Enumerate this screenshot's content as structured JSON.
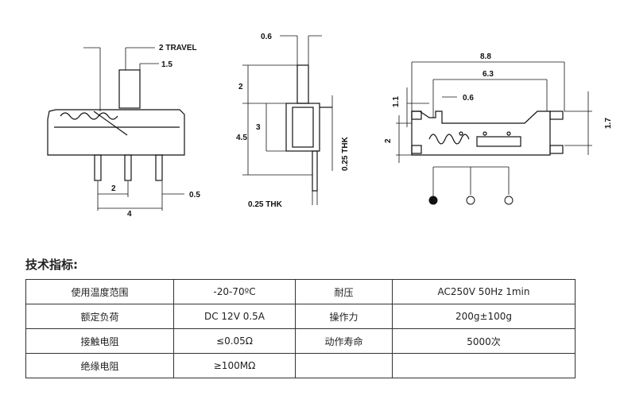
{
  "drawing": {
    "side_view": {
      "travel": "2 TRAVEL",
      "dim_1_5": "1.5",
      "pin_pitch": "2",
      "pin_width": "0.5",
      "overall_pin_span": "4"
    },
    "end_view": {
      "actuator_width": "0.6",
      "actuator_height": "2",
      "height_4_5": "4.5",
      "height_3": "3",
      "thk_vertical": "0.25 THK",
      "thk_bottom": "0.25 THK"
    },
    "top_view": {
      "overall_length": "8.8",
      "inner_length": "6.3",
      "dim_1_1": "1.1",
      "dim_0_6": "0.6",
      "width_2": "2",
      "dim_1_7": "1.7"
    }
  },
  "specs": {
    "title": "技术指标:",
    "rows": [
      {
        "c1": "使用温度范围",
        "c2": "-20-70ºC",
        "c3": "耐压",
        "c4": "AC250V 50Hz 1min"
      },
      {
        "c1": "额定负荷",
        "c2": "DC 12V 0.5A",
        "c3": "操作力",
        "c4": "200g±100g"
      },
      {
        "c1": "接触电阻",
        "c2": "≤0.05Ω",
        "c3": "动作寿命",
        "c4": "5000次"
      },
      {
        "c1": "绝缘电阻",
        "c2": "≥100MΩ",
        "c3": "",
        "c4": ""
      }
    ]
  }
}
